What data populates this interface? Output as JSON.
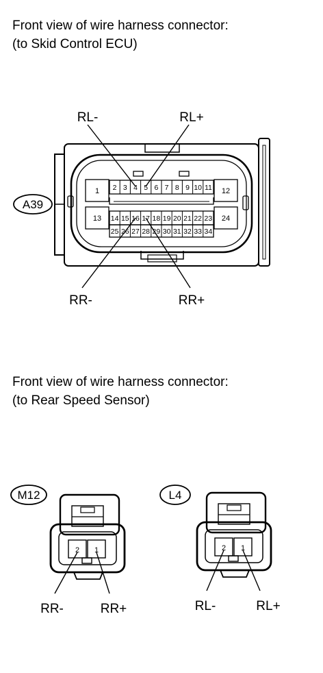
{
  "sections": [
    {
      "caption_line1": "Front view of wire harness connector:",
      "caption_line2": "(to Skid Control ECU)"
    },
    {
      "caption_line1": "Front view of wire harness connector:",
      "caption_line2": "(to Rear Speed Sensor)"
    }
  ],
  "ecu_connector": {
    "id": "A39",
    "pins": {
      "p1": "1",
      "p2": "2",
      "p3": "3",
      "p4": "4",
      "p5": "5",
      "p6": "6",
      "p7": "7",
      "p8": "8",
      "p9": "9",
      "p10": "10",
      "p11": "11",
      "p12": "12",
      "p13": "13",
      "p14": "14",
      "p15": "15",
      "p16": "16",
      "p17": "17",
      "p18": "18",
      "p19": "19",
      "p20": "20",
      "p21": "21",
      "p22": "22",
      "p23": "23",
      "p24": "24",
      "p25": "25",
      "p26": "26",
      "p27": "27",
      "p28": "28",
      "p29": "29",
      "p30": "30",
      "p31": "31",
      "p32": "32",
      "p33": "33",
      "p34": "34"
    },
    "signals": {
      "rl_minus": "RL-",
      "rl_plus": "RL+",
      "rr_minus": "RR-",
      "rr_plus": "RR+"
    }
  },
  "sensor_connectors": [
    {
      "id": "M12",
      "pin_left": "2",
      "pin_right": "1",
      "signal_left": "RR-",
      "signal_right": "RR+"
    },
    {
      "id": "L4",
      "pin_left": "2",
      "pin_right": "1",
      "signal_left": "RL-",
      "signal_right": "RL+"
    }
  ]
}
